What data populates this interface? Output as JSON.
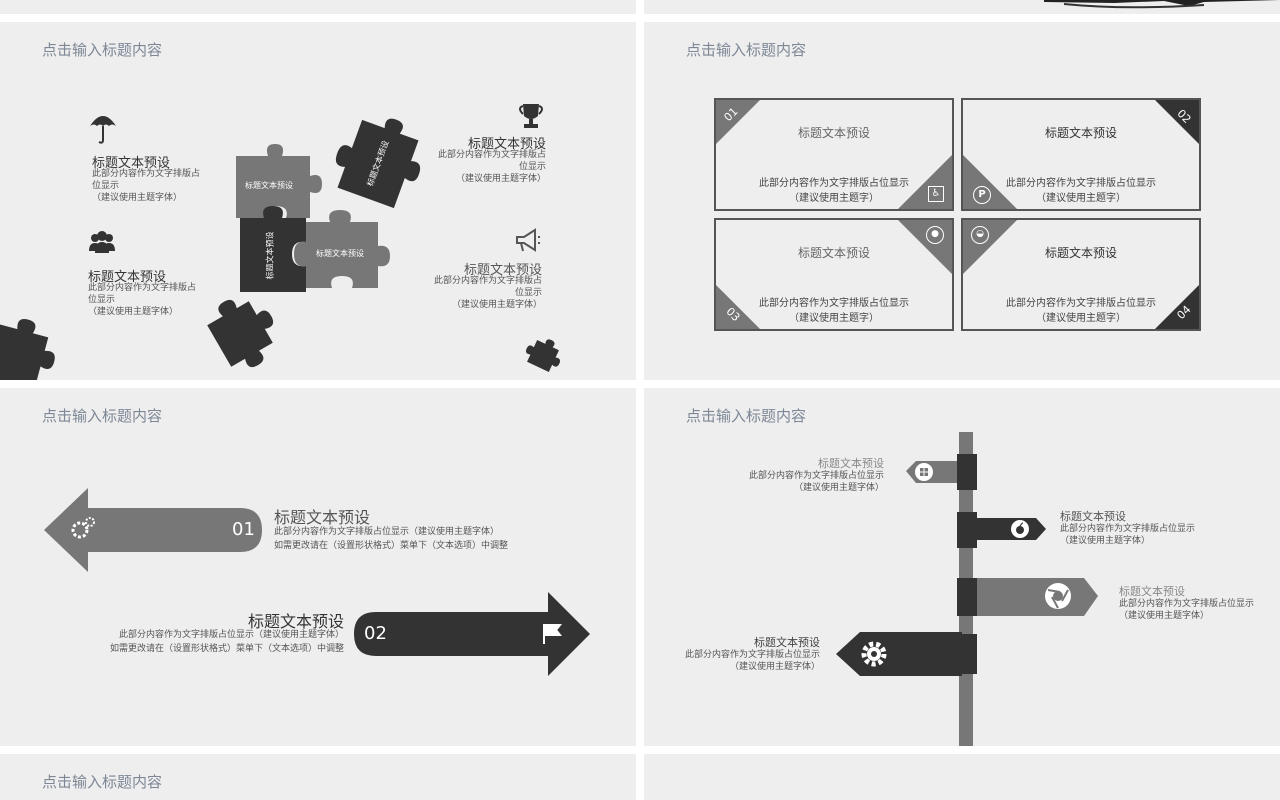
{
  "slides": {
    "slide_title": "点击输入标题内容",
    "puzzle": {
      "items": [
        {
          "heading": "标题文本预设",
          "body": "此部分内容作为文字排版占\n位显示\n（建议使用主题字体）"
        },
        {
          "heading": "标题文本预设",
          "body": "此部分内容作为文字排版占\n位显示\n（建议使用主题字体）"
        },
        {
          "heading": "标题文本预设",
          "body": "此部分内容作为文字排版占\n位显示\n（建议使用主题字体）"
        },
        {
          "heading": "标题文本预设",
          "body": "此部分内容作为文字排版占\n位显示\n（建议使用主题字体）"
        }
      ],
      "piece_label": "标题文本预设"
    },
    "cards": [
      {
        "num": "01",
        "heading": "标题文本预设",
        "body": "此部分内容作为文字排版占位显示\n（建议使用主题字）",
        "icon": "wheelchair-icon"
      },
      {
        "num": "02",
        "heading": "标题文本预设",
        "body": "此部分内容作为文字排版占位显示\n（建议使用主题字）",
        "icon": "parking-icon"
      },
      {
        "num": "03",
        "heading": "标题文本预设",
        "body": "此部分内容作为文字排版占位显示\n（建议使用主题字）",
        "icon": "paw-icon"
      },
      {
        "num": "04",
        "heading": "标题文本预设",
        "body": "此部分内容作为文字排版占位显示\n（建议使用主题字）",
        "icon": "gauge-icon"
      }
    ],
    "arrows": [
      {
        "num": "01",
        "heading": "标题文本预设",
        "body": "此部分内容作为文字排版占位显示（建议使用主题字体）\n如需更改请在（设置形状格式）菜单下（文本选项）中调整",
        "icon": "gears-icon"
      },
      {
        "num": "02",
        "heading": "标题文本预设",
        "body": "此部分内容作为文字排版占位显示（建议使用主题字体）\n如需更改请在（设置形状格式）菜单下（文本选项）中调整",
        "icon": "flag-icon"
      }
    ],
    "signpost": [
      {
        "heading": "标题文本预设",
        "body": "此部分内容作为文字排版占位显示\n（建议使用主题字体）",
        "icon": "windows-icon"
      },
      {
        "heading": "标题文本预设",
        "body": "此部分内容作为文字排版占位显示\n（建议使用主题字体）",
        "icon": "apple-icon"
      },
      {
        "heading": "标题文本预设",
        "body": "此部分内容作为文字排版占位显示\n（建议使用主题字体）",
        "icon": "aperture-icon"
      },
      {
        "heading": "标题文本预设",
        "body": "此部分内容作为文字排版占位显示\n（建议使用主题字体）",
        "icon": "gear-icon"
      }
    ]
  },
  "colors": {
    "dark": "#333333",
    "mid": "#777777",
    "slide_bg": "#eeeeee",
    "title": "#7d8796"
  }
}
